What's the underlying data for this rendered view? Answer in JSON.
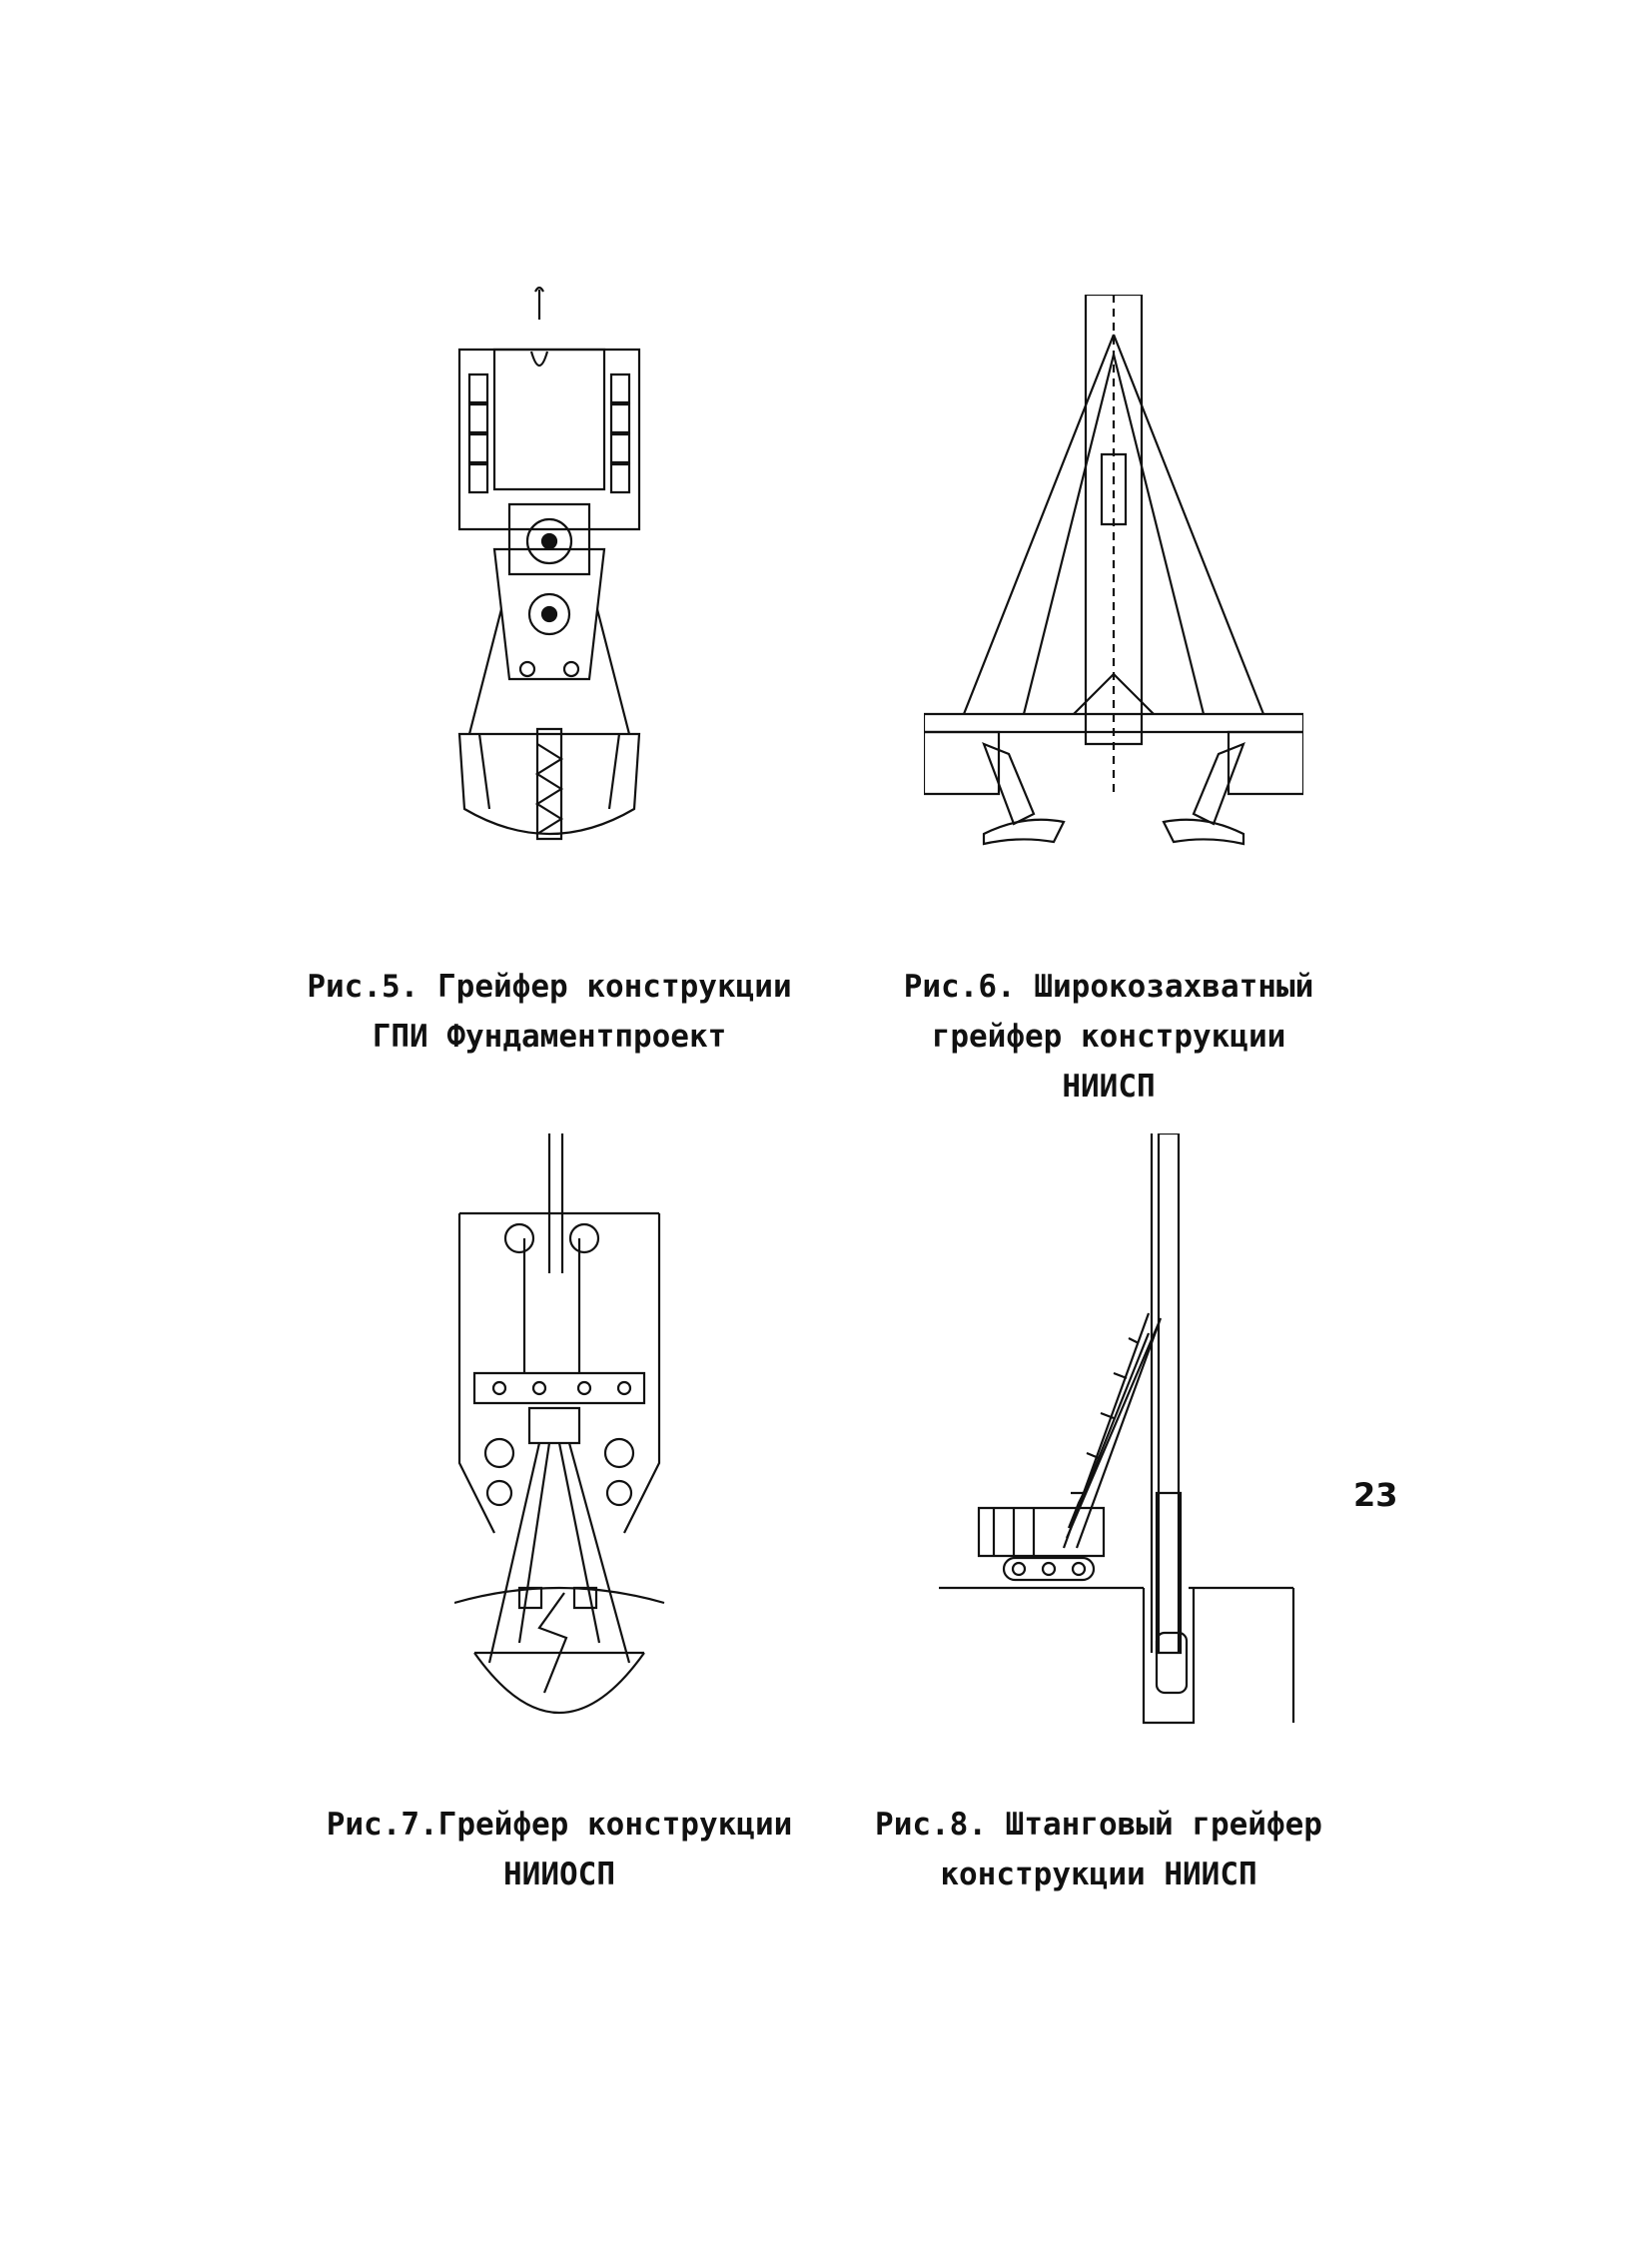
{
  "page_number": "23",
  "figures": [
    {
      "id": "fig5",
      "icon": "grab-bucket-giprofundament-drawing",
      "caption_lines": [
        "Рис.5. Грейфер конструкции",
        "ГПИ Фундаментпроект"
      ]
    },
    {
      "id": "fig6",
      "icon": "wide-grab-niisp-drawing",
      "caption_lines": [
        "Рис.6. Широкозахватный",
        "грейфер конструкции",
        "НИИСП"
      ]
    },
    {
      "id": "fig7",
      "icon": "grab-niiosp-drawing",
      "caption_lines": [
        "Рис.7.Грейфер конструкции",
        "НИИОСП"
      ]
    },
    {
      "id": "fig8",
      "icon": "rod-grab-crane-niisp-drawing",
      "caption_lines": [
        "Рис.8. Штанговый грейфер",
        "конструкции НИИСП"
      ]
    }
  ]
}
